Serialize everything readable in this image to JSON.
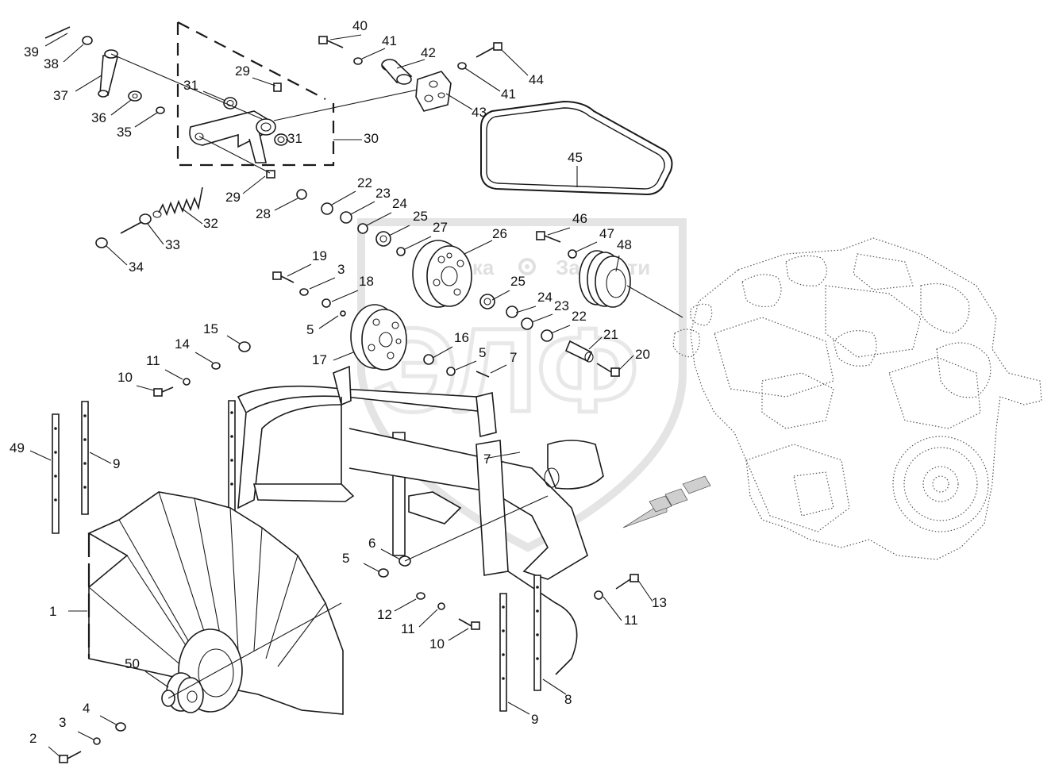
{
  "watermark": {
    "brand_left": "Техника",
    "brand_right": "Запчасти",
    "logo": "ЭЛФ",
    "gear_icon": "gear-icon"
  },
  "callouts": [
    {
      "n": "39"
    },
    {
      "n": "38"
    },
    {
      "n": "37"
    },
    {
      "n": "36"
    },
    {
      "n": "35"
    },
    {
      "n": "40"
    },
    {
      "n": "41"
    },
    {
      "n": "42"
    },
    {
      "n": "43"
    },
    {
      "n": "44"
    },
    {
      "n": "41"
    },
    {
      "n": "31"
    },
    {
      "n": "29"
    },
    {
      "n": "31"
    },
    {
      "n": "30"
    },
    {
      "n": "29"
    },
    {
      "n": "28"
    },
    {
      "n": "22"
    },
    {
      "n": "23"
    },
    {
      "n": "24"
    },
    {
      "n": "25"
    },
    {
      "n": "27"
    },
    {
      "n": "26"
    },
    {
      "n": "45"
    },
    {
      "n": "46"
    },
    {
      "n": "47"
    },
    {
      "n": "48"
    },
    {
      "n": "32"
    },
    {
      "n": "33"
    },
    {
      "n": "34"
    },
    {
      "n": "19"
    },
    {
      "n": "3"
    },
    {
      "n": "18"
    },
    {
      "n": "5"
    },
    {
      "n": "25"
    },
    {
      "n": "24"
    },
    {
      "n": "23"
    },
    {
      "n": "22"
    },
    {
      "n": "21"
    },
    {
      "n": "20"
    },
    {
      "n": "16"
    },
    {
      "n": "5"
    },
    {
      "n": "7"
    },
    {
      "n": "17"
    },
    {
      "n": "15"
    },
    {
      "n": "14"
    },
    {
      "n": "11"
    },
    {
      "n": "10"
    },
    {
      "n": "49"
    },
    {
      "n": "9"
    },
    {
      "n": "7"
    },
    {
      "n": "6"
    },
    {
      "n": "5"
    },
    {
      "n": "1"
    },
    {
      "n": "12"
    },
    {
      "n": "11"
    },
    {
      "n": "10"
    },
    {
      "n": "13"
    },
    {
      "n": "11"
    },
    {
      "n": "8"
    },
    {
      "n": "9"
    },
    {
      "n": "50"
    },
    {
      "n": "4"
    },
    {
      "n": "3"
    },
    {
      "n": "2"
    }
  ]
}
